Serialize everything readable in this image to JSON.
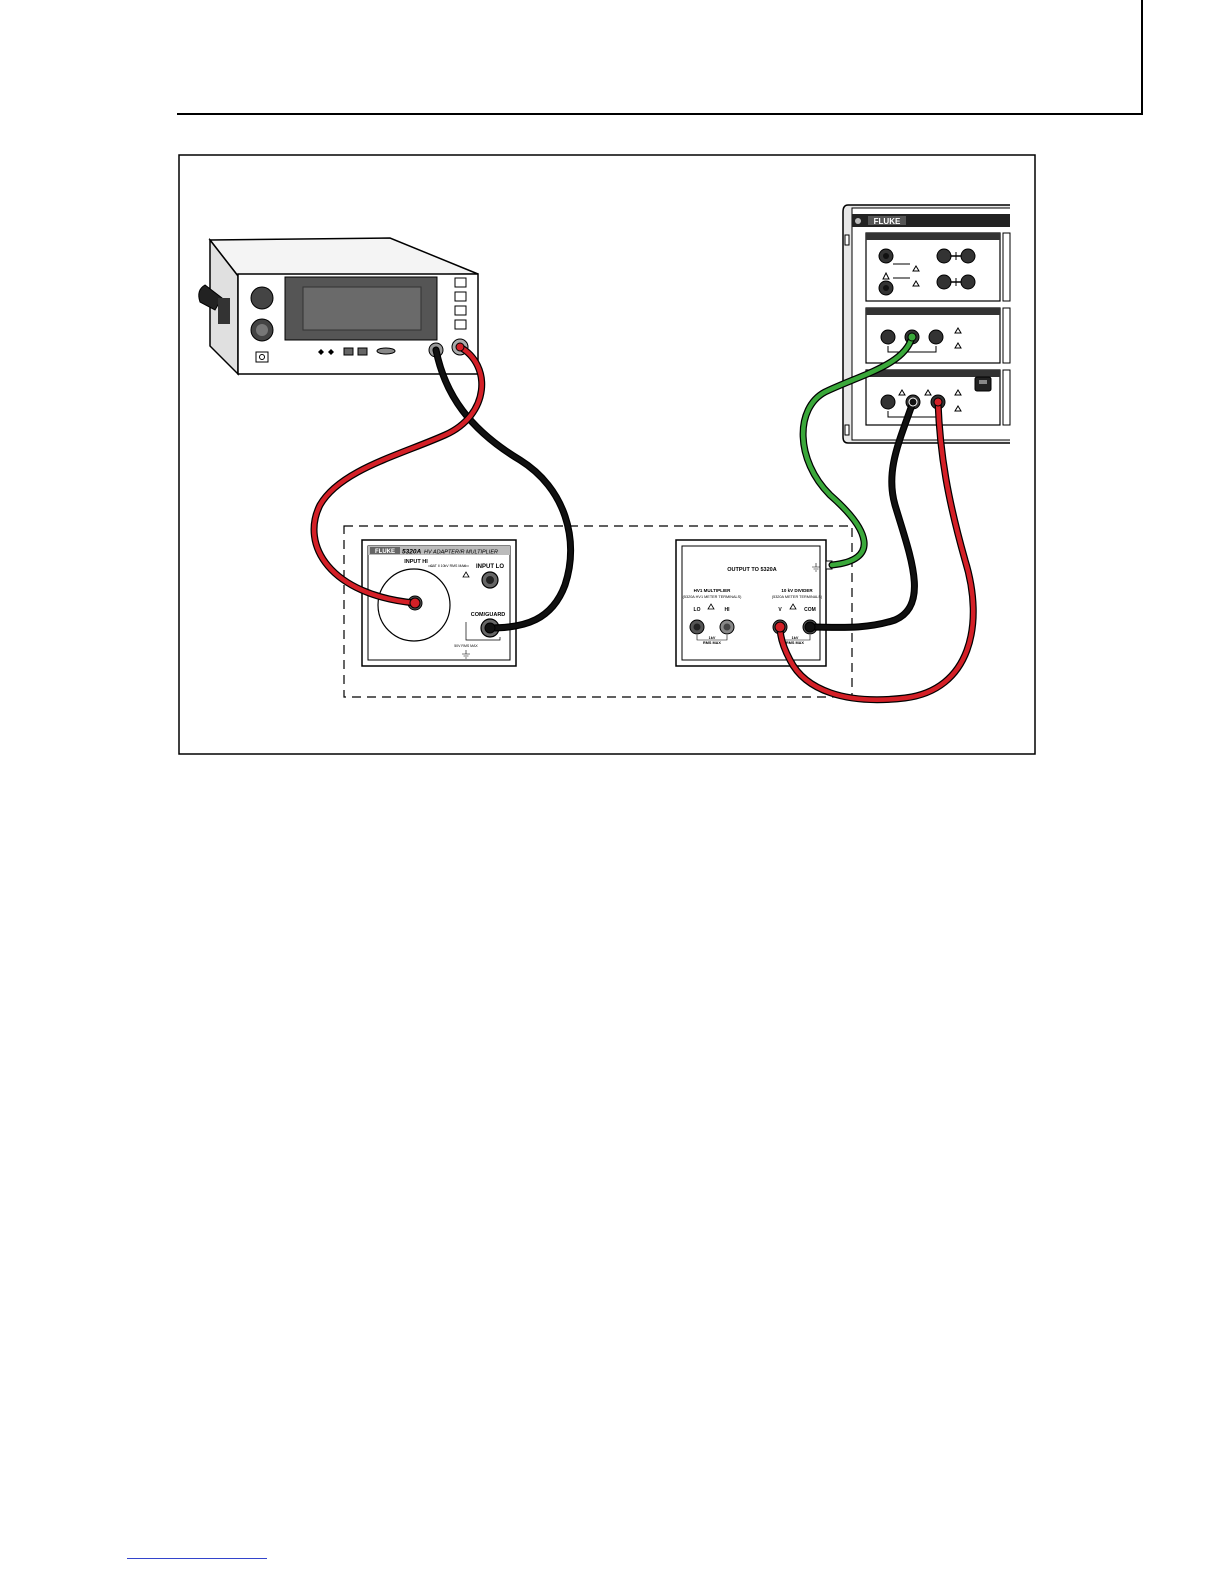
{
  "adapter": {
    "brand": "FLUKE",
    "model": "5320A",
    "title": "HV ADAPTER/R MULTIPLIER",
    "input_hi": "INPUT HI",
    "rating_hi": "CAT II 10kV RMS MAX",
    "input_lo": "INPUT LO",
    "com_guard": "COM/GUARD",
    "rating_lo": "50V RMS MAX"
  },
  "divider": {
    "output_label": "OUTPUT TO 5320A",
    "multiplier_label": "HV1 MULTIPLIER",
    "multiplier_sub": "(5320A HV1 METER TERMINALS)",
    "divider_label": "10 kV DIVIDER",
    "divider_sub": "(5320A METER TERMINALS)",
    "lo": "LO",
    "hi": "HI",
    "v": "V",
    "com": "COM",
    "rating_left_1": "1kV",
    "rating_left_2": "RMS MAX",
    "rating_right_1": "1kV",
    "rating_right_2": "RMS MAX"
  },
  "calibrator": {
    "brand": "FLUKE"
  },
  "colors": {
    "red_lead": "#d42027",
    "black_lead": "#111111",
    "green_lead": "#3aa83a",
    "frame": "#000000"
  }
}
